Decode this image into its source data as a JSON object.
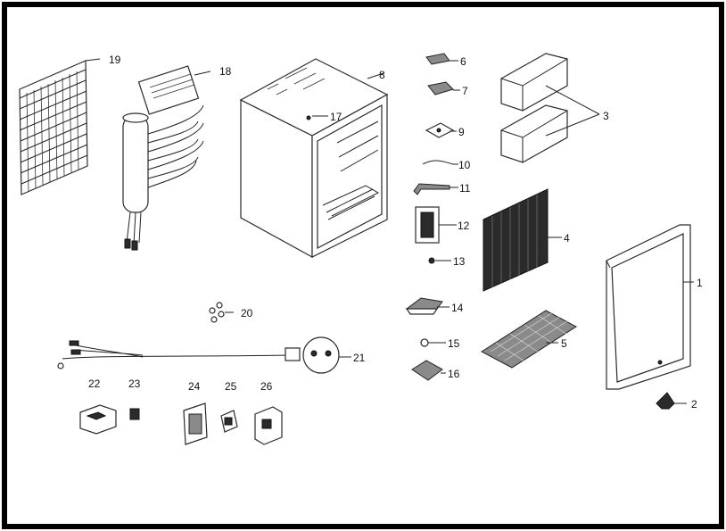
{
  "diagram": {
    "border_color": "#000000",
    "background": "#ffffff",
    "callouts": {
      "c1": "1",
      "c2": "2",
      "c3": "3",
      "c4": "4",
      "c5": "5",
      "c6": "6",
      "c7": "7",
      "c8": "8",
      "c9": "9",
      "c10": "10",
      "c11": "11",
      "c12": "12",
      "c13": "13",
      "c14": "14",
      "c15": "15",
      "c16": "16",
      "c17": "17",
      "c18": "18",
      "c19": "19",
      "c20": "20",
      "c21": "21",
      "c22": "22",
      "c23": "23",
      "c24": "24",
      "c25": "25",
      "c26": "26"
    }
  }
}
